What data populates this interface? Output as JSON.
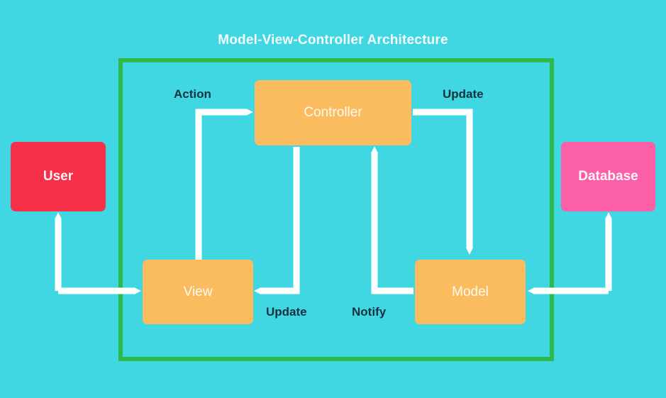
{
  "diagram": {
    "title": "Model-View-Controller Architecture",
    "background_color": "#40d7e3",
    "boundary_color": "#2fb94b",
    "arrow_color": "#ffffff",
    "label_color": "#15323f",
    "nodes": [
      {
        "id": "user",
        "label": "User",
        "color": "#f7304a",
        "role": "external-actor"
      },
      {
        "id": "controller",
        "label": "Controller",
        "color": "#fabc5f",
        "role": "mvc-component"
      },
      {
        "id": "view",
        "label": "View",
        "color": "#fabc5f",
        "role": "mvc-component"
      },
      {
        "id": "model",
        "label": "Model",
        "color": "#fabc5f",
        "role": "mvc-component"
      },
      {
        "id": "database",
        "label": "Database",
        "color": "#fa5fa8",
        "role": "external-store"
      }
    ],
    "edges": [
      {
        "id": "action",
        "from": "view",
        "to": "controller",
        "label": "Action"
      },
      {
        "id": "update-model",
        "from": "controller",
        "to": "model",
        "label": "Update"
      },
      {
        "id": "notify",
        "from": "model",
        "to": "controller",
        "label": "Notify"
      },
      {
        "id": "update-view",
        "from": "controller",
        "to": "view",
        "label": "Update"
      },
      {
        "id": "user-view",
        "from": "user",
        "to": "view",
        "label": ""
      },
      {
        "id": "model-database",
        "from": "model",
        "to": "database",
        "label": ""
      }
    ]
  }
}
